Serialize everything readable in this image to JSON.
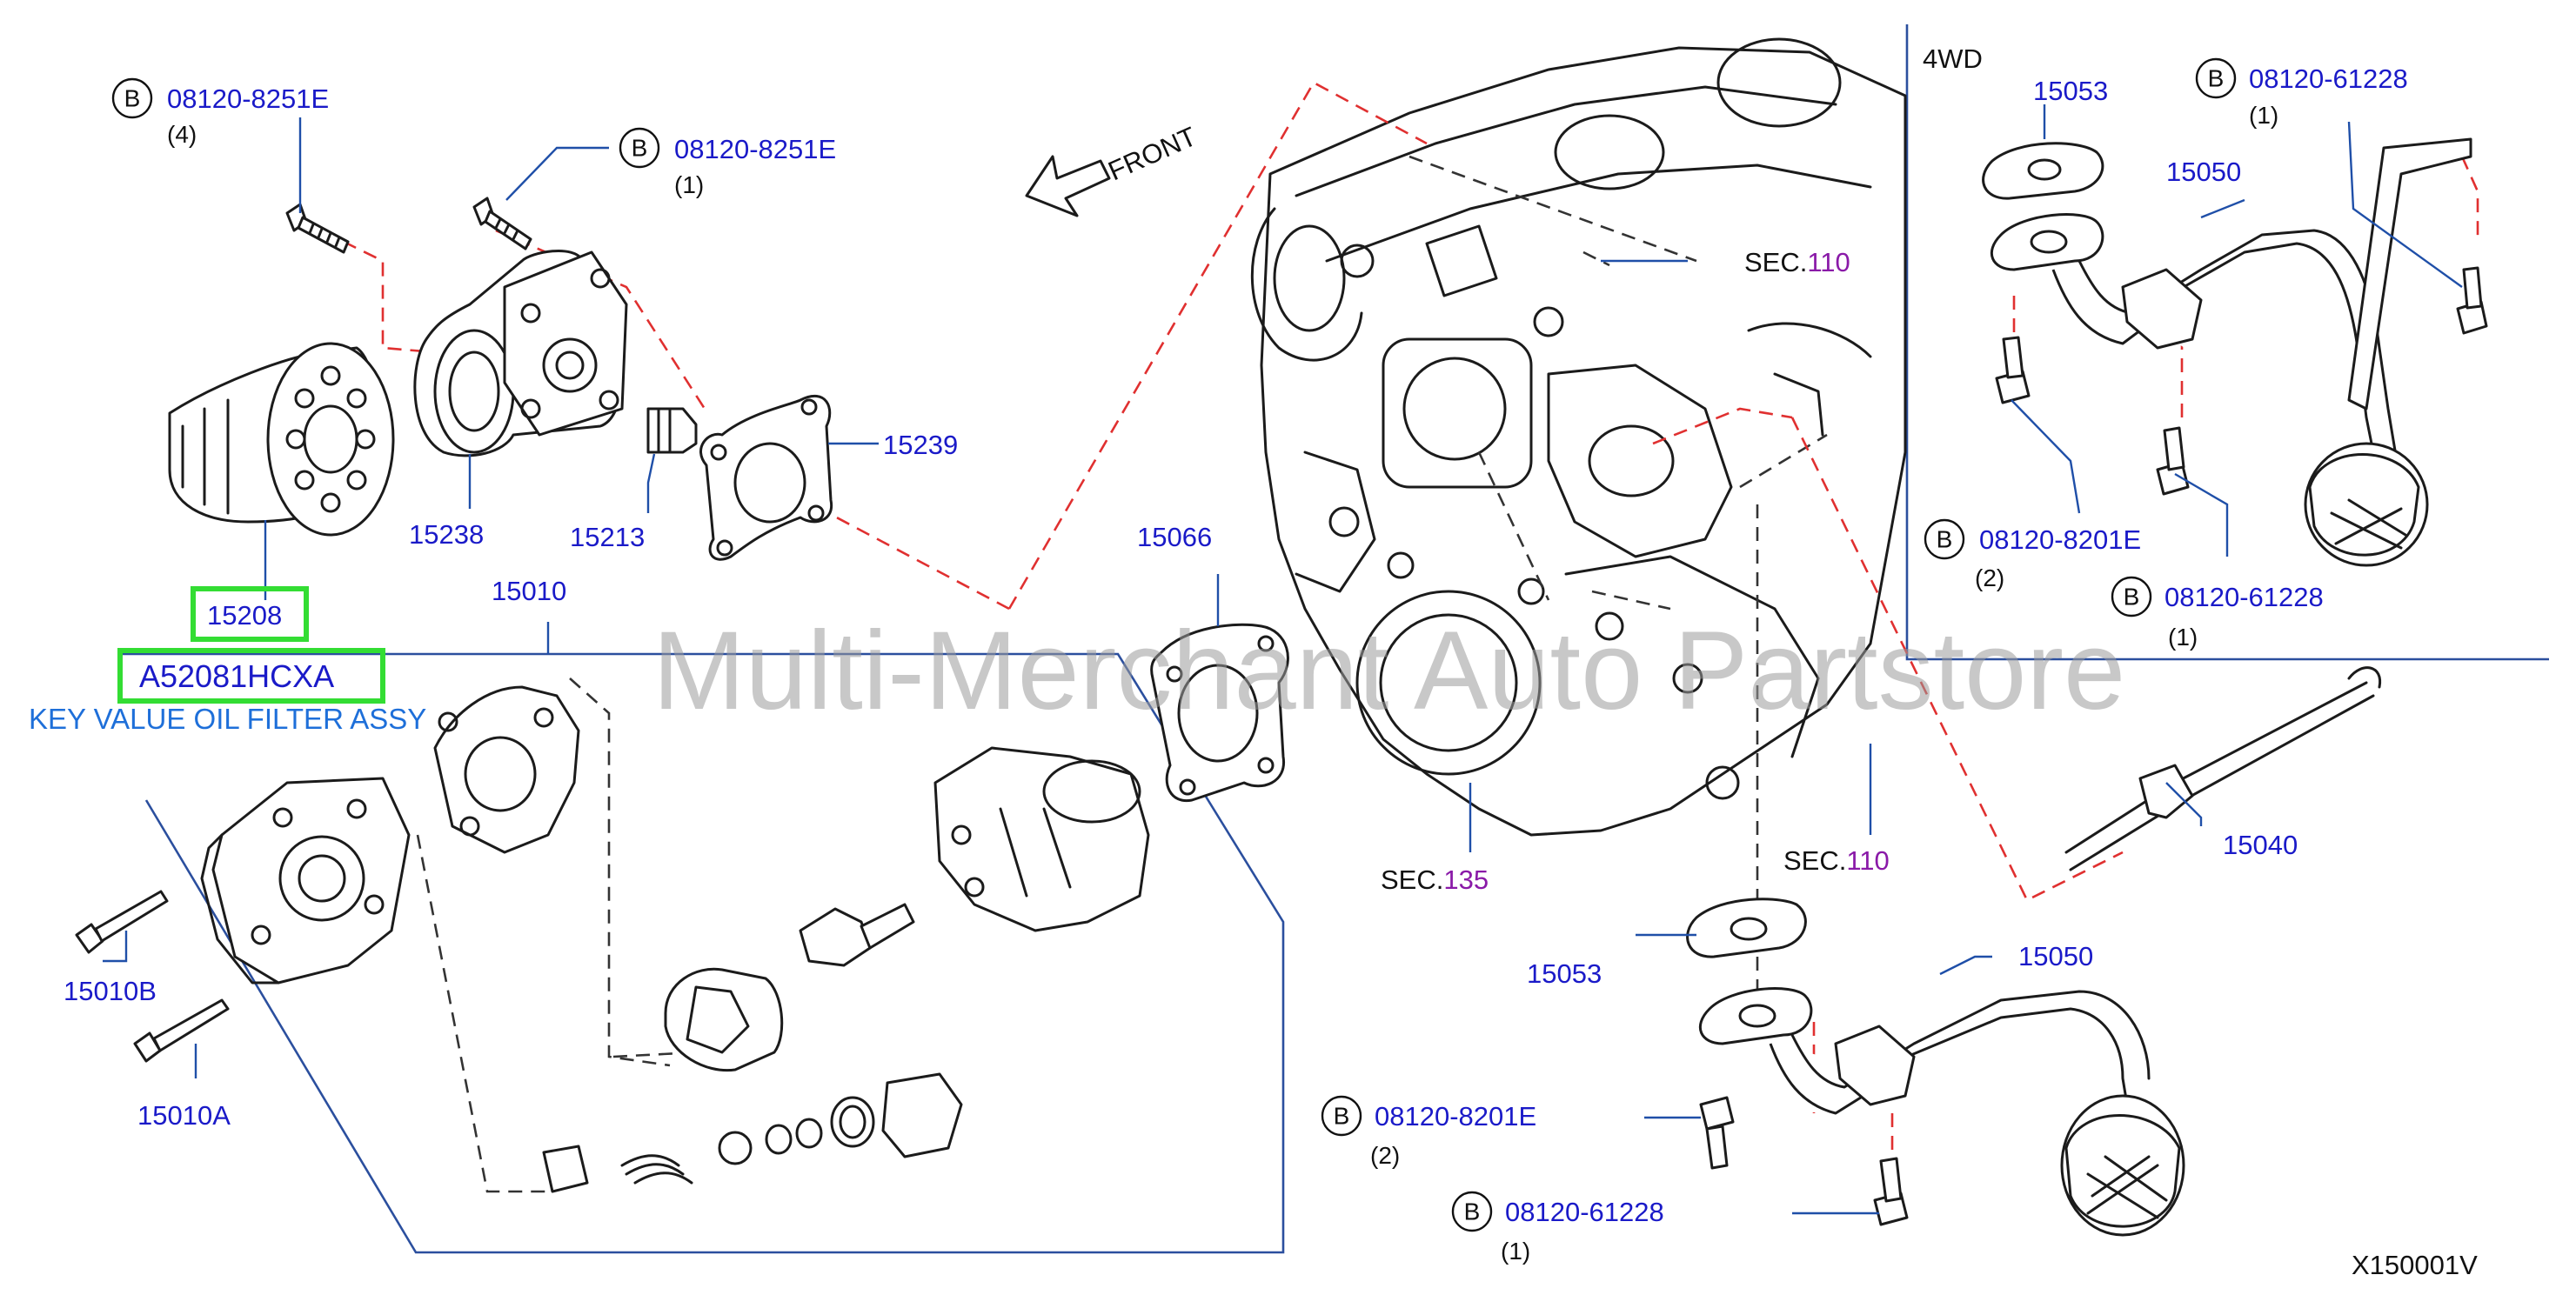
{
  "diagram": {
    "watermark": "Multi-Merchant Auto Partstore",
    "code": "X150001V",
    "front_label": "FRONT",
    "variant_label": "4WD",
    "bolt_marker": "B",
    "highlight": {
      "part_number": "15208",
      "aftermarket_code": "A52081HCXA",
      "description": "KEY VALUE OIL FILTER ASSY"
    },
    "labels": {
      "bolt_top_left": "08120-8251E",
      "bolt_top_left_qty": "(4)",
      "bolt_top_mid": "08120-8251E",
      "bolt_top_mid_qty": "(1)",
      "p15238": "15238",
      "p15213": "15213",
      "p15239": "15239",
      "p15010": "15010",
      "p15010b": "15010B",
      "p15010a": "15010A",
      "p15066": "15066",
      "sec_prefix": "SEC.",
      "sec110_top": "110",
      "sec135": "135",
      "sec110_bottom": "110",
      "p15053_main": "15053",
      "p15050_main": "15050",
      "bolt_main_1": "08120-8201E",
      "bolt_main_1_qty": "(2)",
      "bolt_main_2": "08120-61228",
      "bolt_main_2_qty": "(1)",
      "p15040": "15040",
      "p15053_4wd": "15053",
      "p15050_4wd": "15050",
      "bolt_4wd_1": "08120-61228",
      "bolt_4wd_1_qty": "(1)",
      "bolt_4wd_2": "08120-8201E",
      "bolt_4wd_2_qty": "(2)",
      "bolt_4wd_3": "08120-61228",
      "bolt_4wd_3_qty": "(1)"
    }
  }
}
